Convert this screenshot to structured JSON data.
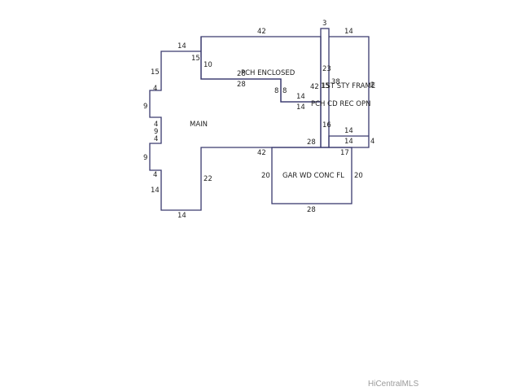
{
  "rooms": {
    "main": "MAIN",
    "porch_enclosed": "PCH ENCLOSED",
    "first_story_frame": "1ST STY FRAME",
    "porch_cd_rec_opn": "PCH CD REC OPN",
    "garage": "GAR WD CONC FL"
  },
  "dimensions": {
    "main_top_step": "14",
    "main_step_15": "15",
    "main_left_15": "15",
    "main_left_4a": "4",
    "main_left_9a": "9",
    "main_left_4b": "4",
    "main_left_9b": "9",
    "main_left_4c": "4",
    "main_left_9c": "9",
    "main_left_4d": "4",
    "main_left_14": "14",
    "main_bottom_14": "14",
    "main_right_22": "22",
    "main_shared_42": "42",
    "porch_top_42": "42",
    "porch_left_10": "10",
    "porch_bottom_28a": "28",
    "porch_bottom_28b": "28",
    "porch_step_8a": "8",
    "porch_step_8b": "8",
    "porch_step_14a": "14",
    "porch_step_14b": "14",
    "porch_right_42": "42",
    "frame_left_23": "23",
    "frame_left_15": "15",
    "frame_left_16": "16",
    "frame_top_3": "3",
    "frame_top_14": "14",
    "frame_right_38": "38",
    "frame_inner_14": "14",
    "frame_bottom_14": "14",
    "frame_right_4": "4",
    "frame_bottom_28": "28",
    "frame_small_2": "2",
    "garage_top_17": "17",
    "garage_left_20": "20",
    "garage_right_20": "20",
    "garage_bottom_28": "28"
  },
  "footer": {
    "watermark": "HiCentralMLS"
  },
  "colors": {
    "outline": "#3a3a6e",
    "text": "#222222",
    "watermark": "#9a9a9a"
  }
}
